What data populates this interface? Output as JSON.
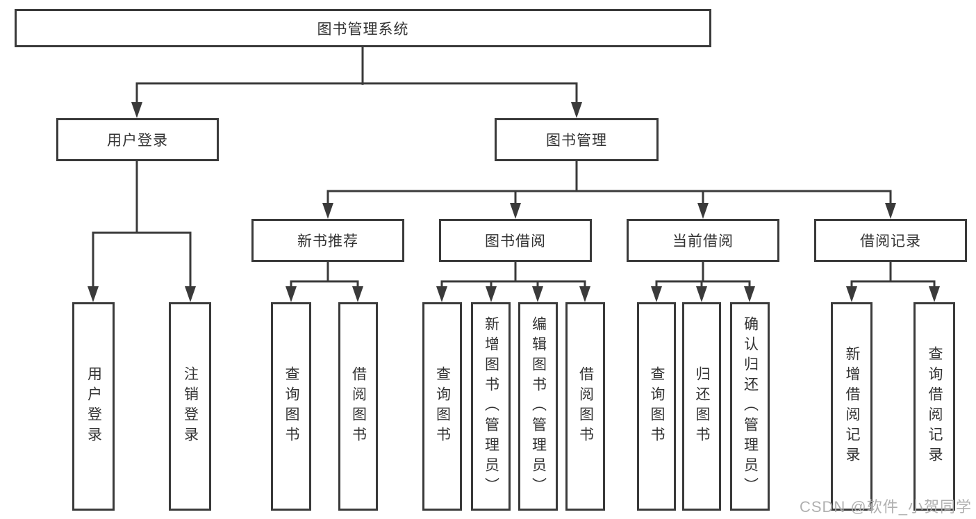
{
  "diagram": {
    "root": {
      "label": "图书管理系统"
    },
    "branches": [
      {
        "label": "用户登录",
        "children": [
          {
            "label": "用户登录"
          },
          {
            "label": "注销登录"
          }
        ]
      },
      {
        "label": "图书管理",
        "children": [
          {
            "label": "新书推荐",
            "children": [
              {
                "label": "查询图书"
              },
              {
                "label": "借阅图书"
              }
            ]
          },
          {
            "label": "图书借阅",
            "children": [
              {
                "label": "查询图书"
              },
              {
                "label": "新增图书（管理员）"
              },
              {
                "label": "编辑图书（管理员）"
              },
              {
                "label": "借阅图书"
              }
            ]
          },
          {
            "label": "当前借阅",
            "children": [
              {
                "label": "查询图书"
              },
              {
                "label": "归还图书"
              },
              {
                "label": "确认归还（管理员）"
              }
            ]
          },
          {
            "label": "借阅记录",
            "children": [
              {
                "label": "新增借阅记录"
              },
              {
                "label": "查询借阅记录"
              }
            ]
          }
        ]
      }
    ]
  },
  "watermark": {
    "text": "CSDN @软件_小贺同学"
  },
  "colors": {
    "line": "#3a3a3a",
    "text": "#333333",
    "background": "#ffffff",
    "watermark": "#acacac"
  }
}
